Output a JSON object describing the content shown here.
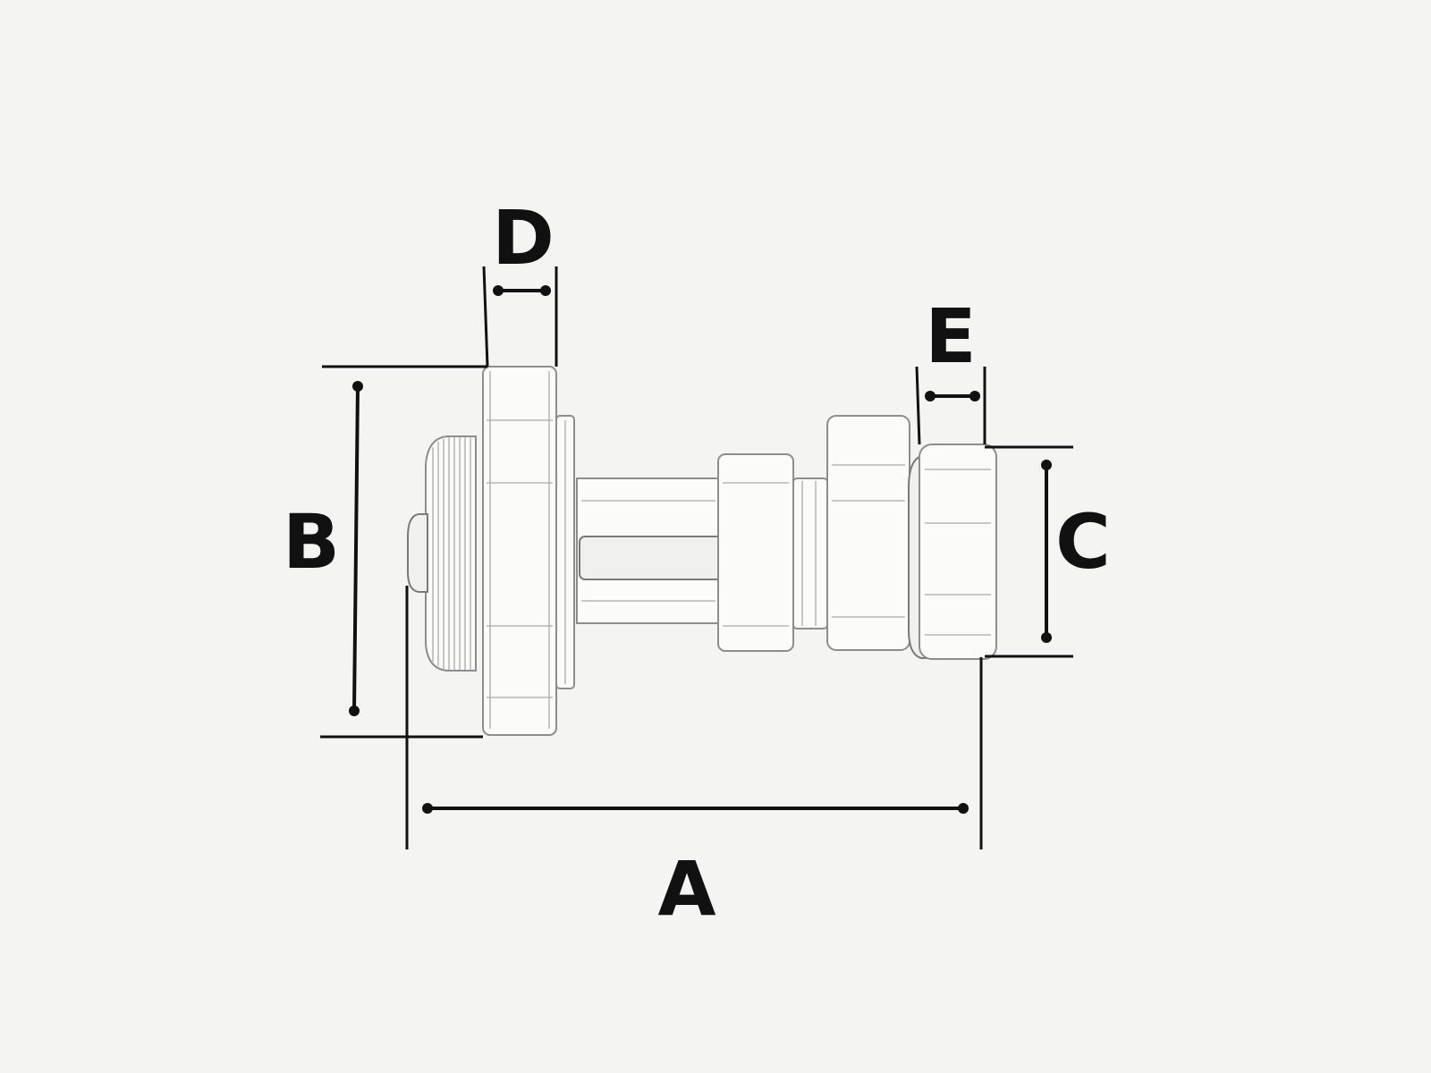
{
  "diagram": {
    "dimensions": [
      {
        "id": "A",
        "label": "A"
      },
      {
        "id": "B",
        "label": "B"
      },
      {
        "id": "C",
        "label": "C"
      },
      {
        "id": "D",
        "label": "D"
      },
      {
        "id": "E",
        "label": "E"
      }
    ],
    "colors": {
      "background": "#f4f4f2",
      "ink": "#111111",
      "part_outline": "#8d8d8d"
    }
  }
}
